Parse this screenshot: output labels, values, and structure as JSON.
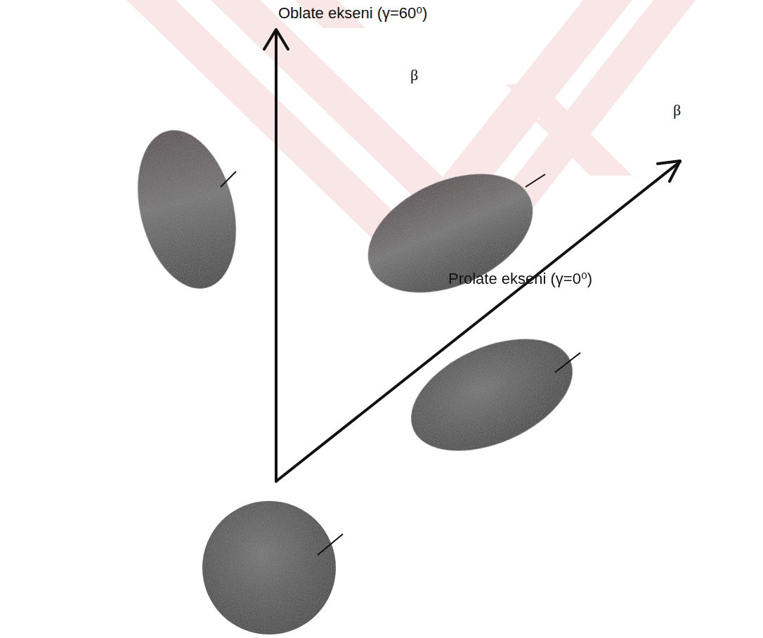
{
  "diagram": {
    "labels": [
      "Oblate ekseni (γ=60⁰)",
      "β",
      "β",
      "Prolate ekseni (γ=0⁰)"
    ]
  }
}
